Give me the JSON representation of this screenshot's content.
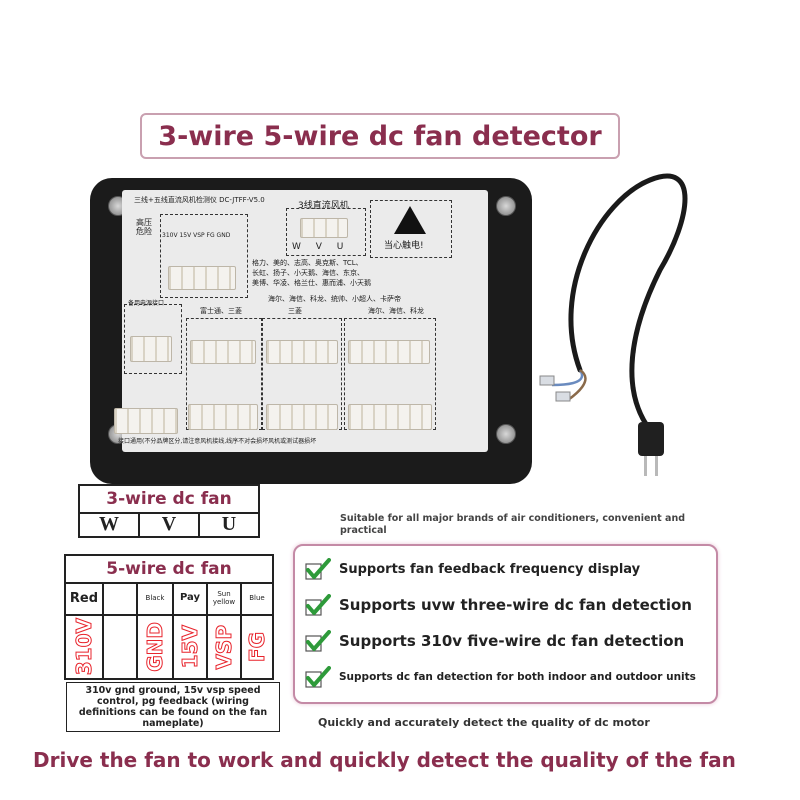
{
  "title": "3-wire 5-wire dc fan detector",
  "device": {
    "model_label": "三线+五线直流风机检测仪  DC-JTFF-V5.0",
    "top_connector_label": "3线直流风机",
    "top_pins": "W V U",
    "warning_text": "当心触电!",
    "high_voltage_label": "高压危险",
    "pin_labels_left": "310V 15V VSP FG GND",
    "brands_1": "格力、美的、志高、奥克斯、TCL、",
    "brands_2": "长虹、扬子、小天鹅、海信、东京、",
    "brands_3": "美博、华凌、格兰仕、惠而浦、小天鹅",
    "brands_4": "海尔、海信、科龙、统帅、小超人、卡萨帝",
    "spare_label": "备用电源接口",
    "brand_group_1": "富士通、三菱",
    "brand_group_2": "三菱",
    "brand_group_3": "海尔、海信、科龙",
    "bottom_note": "接口通用(不分品牌区分,请注意风机接线,线序不对会损坏风机或测试器损坏"
  },
  "table3": {
    "header": "3-wire dc fan",
    "cells": [
      "W",
      "V",
      "U"
    ]
  },
  "table5": {
    "header": "5-wire dc fan",
    "col_labels": [
      "Red",
      "",
      "Black",
      "Pay",
      "Sun yellow",
      "Blue"
    ],
    "pins": [
      "310V",
      "",
      "GND",
      "15V",
      "VSP",
      "FG"
    ]
  },
  "note": "310v gnd ground, 15v vsp speed control, pg feedback (wiring definitions can be found on the fan nameplate)",
  "suitable": "Suitable for all major brands of air conditioners, convenient and practical",
  "features": [
    "Supports fan feedback frequency display",
    "Supports uvw three-wire dc fan detection",
    "Supports 310v five-wire dc fan detection",
    "Supports dc fan detection for both indoor and outdoor units"
  ],
  "quick": "Quickly and accurately detect the quality of dc motor",
  "bottom_text": "Drive the fan to work and quickly detect the quality of the fan",
  "colors": {
    "accent": "#8a2e4e",
    "pin_red": "#e8242c",
    "check_green": "#2e9a3a",
    "border_pink": "#c48aa6"
  }
}
